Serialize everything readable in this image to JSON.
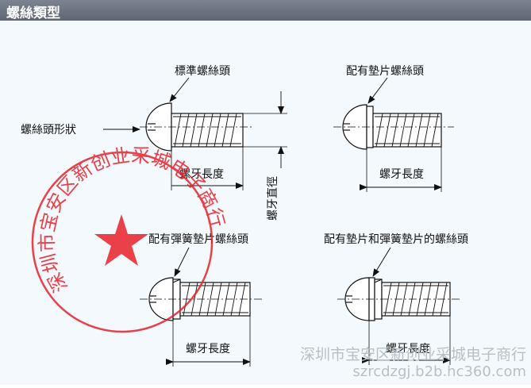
{
  "header": {
    "title": "螺絲類型"
  },
  "labels": {
    "standard_head": "標準螺絲頭",
    "with_washer_head": "配有墊片螺絲頭",
    "head_shape": "螺絲頭形狀",
    "thread_length_1": "螺牙長度",
    "thread_length_2": "螺牙長度",
    "thread_length_3": "螺牙長度",
    "thread_length_4": "螺牙長度",
    "thread_diameter": "螺牙直徑",
    "with_spring_washer_head": "配有彈簧墊片螺絲頭",
    "with_washer_and_spring_head": "配有墊片和彈簧墊片的螺絲頭"
  },
  "stamp": {
    "text": "深圳市宝安区新创业采城电子商行",
    "color": "#e8202a"
  },
  "watermark": {
    "line1": "深圳市宝安区新创业采城电子商行",
    "line2": "szrcdzgj.b2b.hc360.com"
  }
}
